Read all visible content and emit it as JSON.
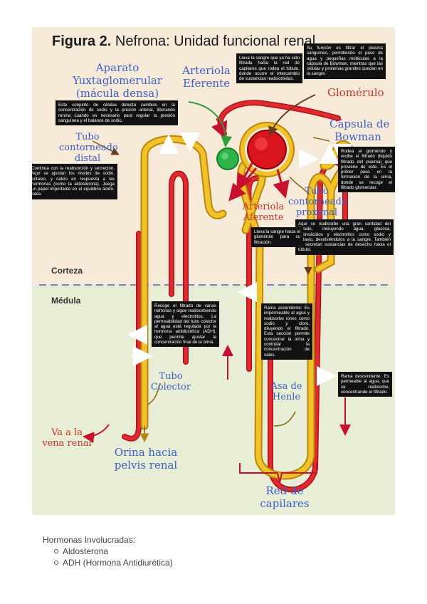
{
  "figure": {
    "title_bold": "Figura 2.",
    "title_rest": " Nefrona: Unidad funcional renal",
    "zones": {
      "cortex": "Corteza",
      "medulla": "Médula"
    },
    "labels": {
      "apparatus": [
        "Aparato",
        "Yuxtaglomerular",
        "(mácula densa)"
      ],
      "efferent": [
        "Arteriola",
        "Eferente"
      ],
      "glomerulus": "Glomérulo",
      "capsule": [
        "Cápsula de",
        "Bowman"
      ],
      "distal": [
        "Tubo",
        "contorneado",
        "distal"
      ],
      "afferent": [
        "Arteriola",
        "Aferente"
      ],
      "proximal": [
        "Tubo",
        "contorneado",
        "proximal"
      ],
      "collector": [
        "Tubo",
        "Colector"
      ],
      "henle": [
        "Asa de",
        "Henle"
      ],
      "vein": [
        "Va a la",
        "vena renal"
      ],
      "urine": [
        "Orina hacia",
        "pelvis renal"
      ],
      "capillaries": [
        "Red de",
        "capilares"
      ]
    },
    "notes": {
      "efferent": "Lleva la sangre que ya ha sido filtrada hacia la red de capilares que rodea el túbulo, donde ocurre el intercambio de sustancias reabsorbidas.",
      "glomerulus": "Su función es filtrar el plasma sanguíneo, permitiendo el paso de agua y pequeñas moléculas a la cápsula de Bowman, mientras que las células y proteínas grandes quedan en la sangre.",
      "apparatus": "Este conjunto de células detecta cambios en la concentración de sodio y la presión arterial, liberando renina cuando es necesario para regular la presión sanguínea y el balance de sodio.",
      "distal": "Continúa con la reabsorción y secreción. Aquí se ajustan los niveles de sodio, potasio, y calcio en respuesta a las hormonas (como la aldosterona). Juega un papel importante en el equilibrio ácido-base.",
      "capsule": "Rodea al glomérulo y recibe el filtrado (líquido filtrado del plasma) que proviene de este. Es el primer paso en la formación de la orina, donde se recoge el filtrado glomerular.",
      "proximal": "Aquí se reabsorbe una gran cantidad del filtrado, incluyendo agua, glucosa, aminoácidos y electrolitos como sodio y potasio, devolviéndolos a la sangre. También se secretan sustancias de desecho hacia el túbulo.",
      "afferent": "Lleva la sangre hacia el glomérulo para su filtración.",
      "collector": "Recoge el filtrado de varias nefronas y sigue reabsorbiendo agua y electrolitos. La permeabilidad del tubo colector al agua está regulada por la hormona antidiurética (ADH), que permite ajustar la concentración final de la orina.",
      "ascending": "Rama ascendente: Es impermeable al agua y reabsorbe iones como sodio y cloro, diluyendo el filtrado. Esta sección permite concentrar la orina y controlar la concentración de sales.",
      "descending": "Rama descendente: Es permeable al agua, que se reabsorbe, concentrando el filtrado."
    }
  },
  "hormones": {
    "heading": "Hormonas Involucradas:",
    "items": [
      "Aldosterona",
      "ADH (Hormona Antidiurética)"
    ]
  },
  "colors": {
    "tubule": "#f2c22b",
    "tubule_edge": "#b8860b",
    "vessel": "#d8202a",
    "vessel_dark": "#8b0000",
    "macula": "#2db34a",
    "label_blue": "#3a5fc8",
    "label_red": "#c8322a",
    "background": "#f7ead9",
    "medulla": "#e8eed6"
  }
}
